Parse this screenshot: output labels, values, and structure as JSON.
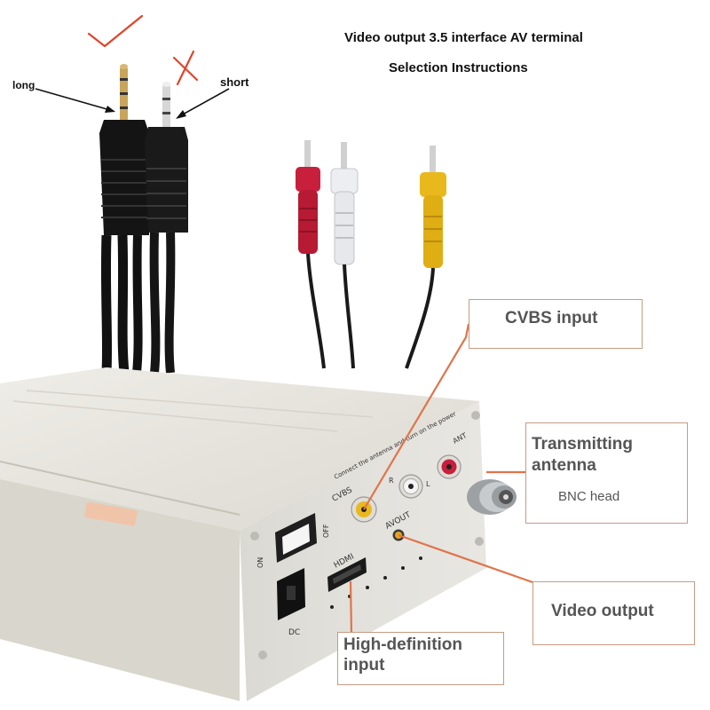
{
  "header": {
    "title_line1": "Video output 3.5 interface AV terminal",
    "title_line2": "Selection Instructions"
  },
  "plugs": {
    "long_label": "long",
    "short_label": "short",
    "long_mark": "check-mark-icon",
    "short_mark": "cross-mark-icon"
  },
  "callouts": {
    "cvbs": "CVBS input",
    "transmitting_title": "Transmitting antenna",
    "transmitting_sub": "BNC head",
    "video_output": "Video output",
    "hdmi": "High-definition input"
  },
  "colors": {
    "callout_border": "#c79b84",
    "leader_line": "#e0744a",
    "mark_red": "#e0442a",
    "rca_red": "#c8203c",
    "rca_white": "#e8e8ec",
    "rca_yellow": "#e9b81c"
  }
}
